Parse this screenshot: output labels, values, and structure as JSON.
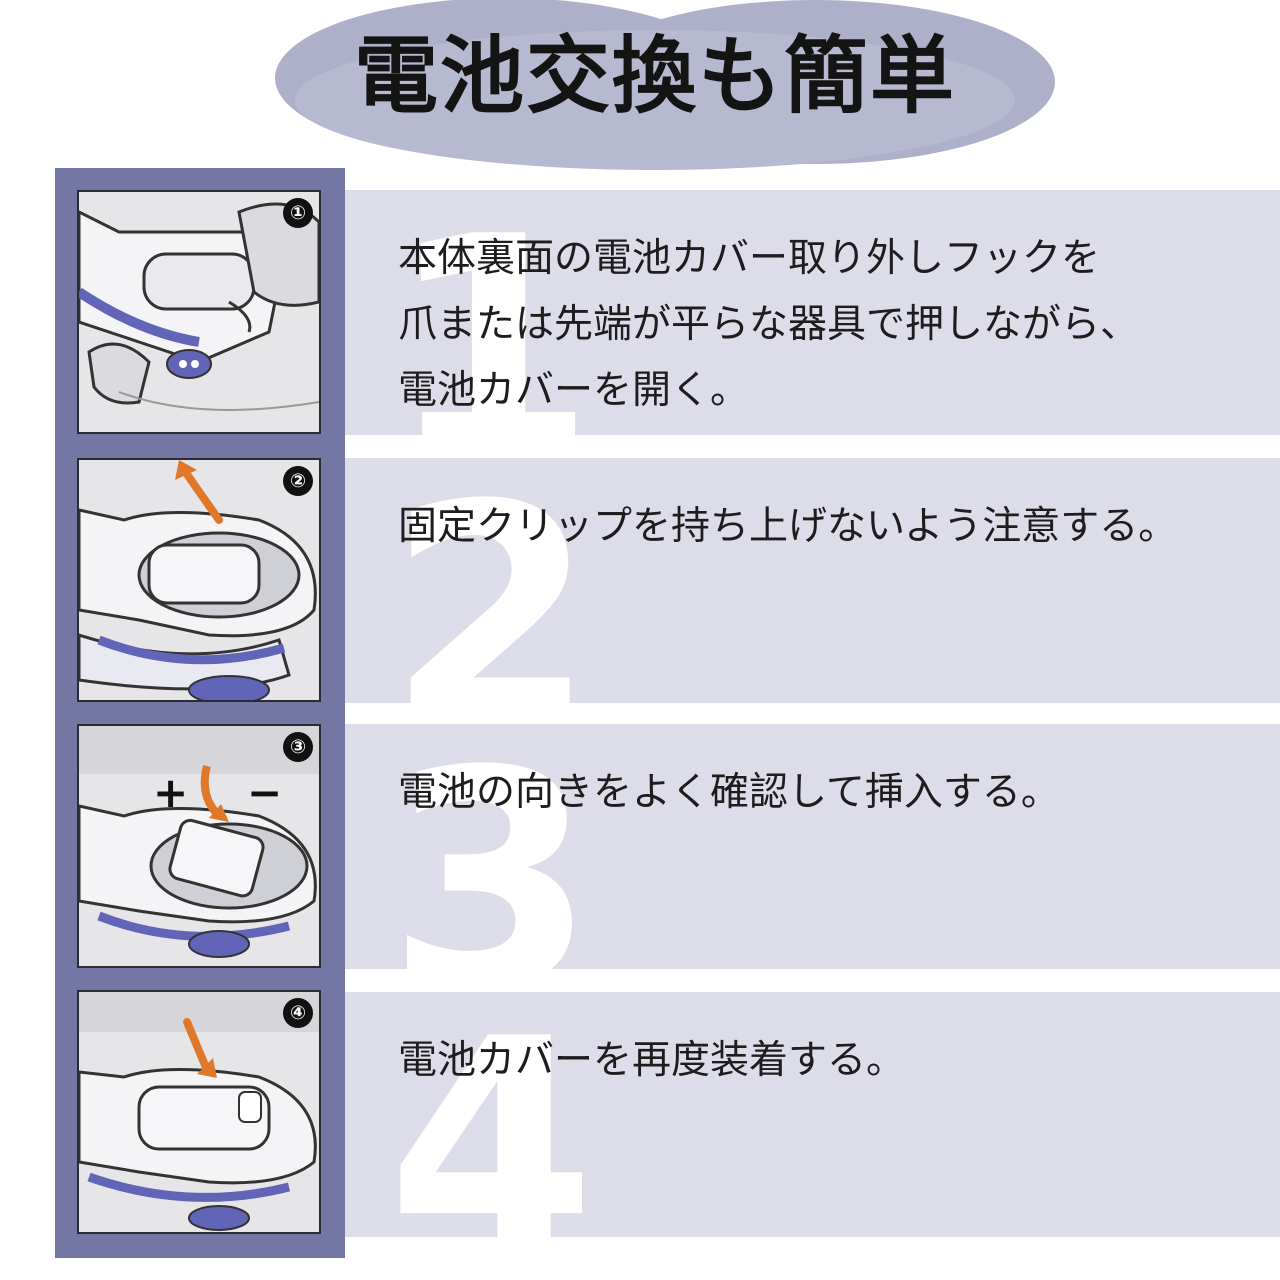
{
  "title": "電池交換も簡単",
  "colors": {
    "accent_column": "#7476a3",
    "band": "#dcdde8",
    "title_cloud": "#aeb0c9",
    "arrow": "#e0782a",
    "device_blue": "#6264b8"
  },
  "steps": [
    {
      "badge": "①",
      "numeral": "1",
      "text": "本体裏面の電池カバー取り外しフックを\n爪または先端が平らな器具で押しながら、\n電池カバーを開く。"
    },
    {
      "badge": "②",
      "numeral": "2",
      "text": "固定クリップを持ち上げないよう注意する。"
    },
    {
      "badge": "③",
      "numeral": "3",
      "text": "電池の向きをよく確認して挿入する。",
      "plus": "+",
      "minus": "−"
    },
    {
      "badge": "④",
      "numeral": "4",
      "text": "電池カバーを再度装着する。"
    }
  ]
}
